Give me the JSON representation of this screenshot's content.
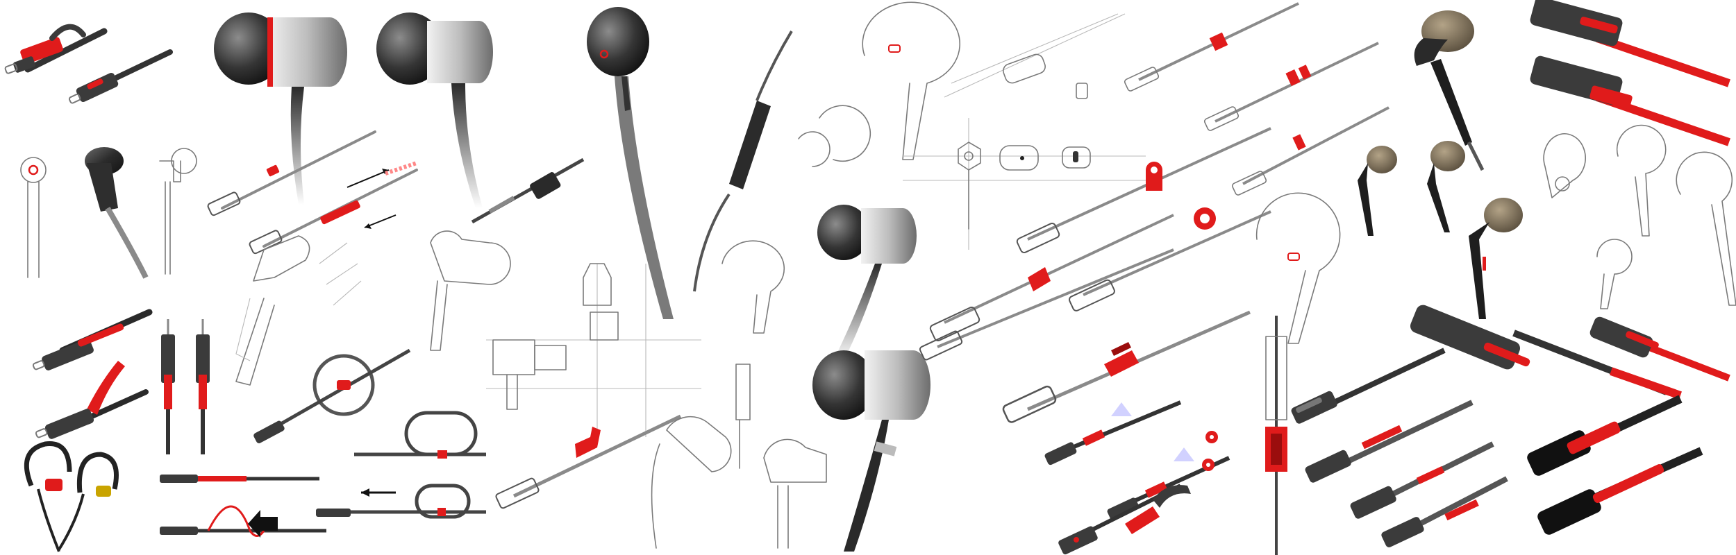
{
  "sheet": {
    "background": "#ffffff",
    "palette": {
      "accent_red": "#e01b1b",
      "dark_red": "#9b0d0d",
      "connector_dark": "#3b3b3b",
      "connector_mid": "#5a5a5a",
      "metal_light": "#d0d0d0",
      "sketch_line": "#7a7a7a",
      "construction_line": "#b8b8b8",
      "bronze": "#8a7a62"
    }
  },
  "items": [
    {
      "name": "usb-c-cable-clip-render",
      "icon": "usb-c-connector"
    },
    {
      "name": "earbud-side-view-render",
      "icon": "in-ear-earphone"
    },
    {
      "name": "earbud-mic-remote-sketch",
      "icon": "inline-remote"
    },
    {
      "name": "earbud-wireframe-sketch",
      "icon": "earphone-outline"
    },
    {
      "name": "cable-clip-sketches",
      "icon": "cable-clip"
    },
    {
      "name": "bronze-earbud-renders",
      "icon": "in-ear-earphone"
    },
    {
      "name": "usb-c-red-slider-renders",
      "icon": "usb-c-connector"
    },
    {
      "name": "ear-hook-earphones",
      "icon": "ear-hook"
    }
  ]
}
